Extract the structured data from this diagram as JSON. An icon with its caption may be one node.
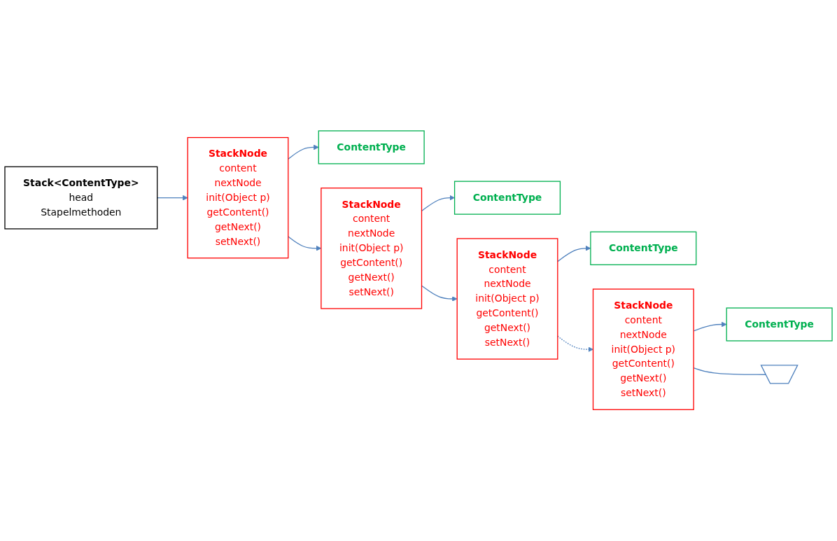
{
  "diagram": {
    "nodes": [
      {
        "text": [
          "ContentType"
        ]
      },
      {
        "text": [
          "ContentType"
        ]
      },
      {
        "text": [
          "ContentType"
        ]
      },
      {
        "text": [
          "ContentType"
        ]
      },
      {
        "text": [
          "StackNode",
          "content",
          "nextNode",
          "init(Object p)",
          "getContent()",
          "getNext()",
          "setNext()"
        ]
      },
      {
        "text": [
          "StackNode",
          "content",
          "nextNode",
          "init(Object p)",
          "getContent()",
          "getNext()",
          "setNext()"
        ]
      },
      {
        "text": [
          "StackNode",
          "content",
          "nextNode",
          "init(Object p)",
          "getContent()",
          "getNext()",
          "setNext()"
        ]
      },
      {
        "text": [
          "StackNode",
          "content",
          "nextNode",
          "init(Object p)",
          "getContent()",
          "getNext()",
          "setNext()"
        ]
      },
      {
        "text": [],
        "shape": "ground"
      },
      {
        "text": [
          "Stack<ContentType>",
          "head",
          "Stapelmethoden"
        ]
      }
    ],
    "edges": [
      {
        "from": 4,
        "to": 0,
        "arrow": "to"
      },
      {
        "from": 5,
        "to": 1,
        "arrow": "to"
      },
      {
        "from": 6,
        "to": 2,
        "arrow": "to"
      },
      {
        "from": 7,
        "to": 3,
        "arrow": "to"
      },
      {
        "from": 4,
        "to": 5,
        "arrow": "to"
      },
      {
        "from": 5,
        "to": 6,
        "arrow": "to"
      },
      {
        "from": 6,
        "to": 7,
        "arrow": "to",
        "style": "dashed"
      },
      {
        "from": 7,
        "to": 8,
        "arrow": "none"
      },
      {
        "from": 9,
        "to": 4,
        "arrow": "to"
      }
    ]
  }
}
